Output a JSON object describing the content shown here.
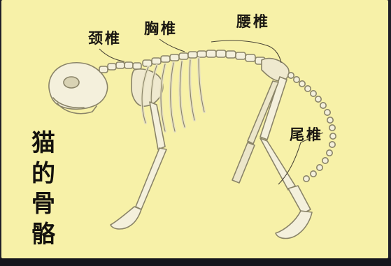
{
  "labels": {
    "cervical": "颈椎",
    "thoracic": "胸椎",
    "lumbar": "腰椎",
    "caudal": "尾椎"
  },
  "title": "猫的骨骼",
  "colors": {
    "background": "#f7f1a8",
    "bone": "#f4f0dc",
    "bone_outline": "#8a8468",
    "text": "#1a1712"
  }
}
